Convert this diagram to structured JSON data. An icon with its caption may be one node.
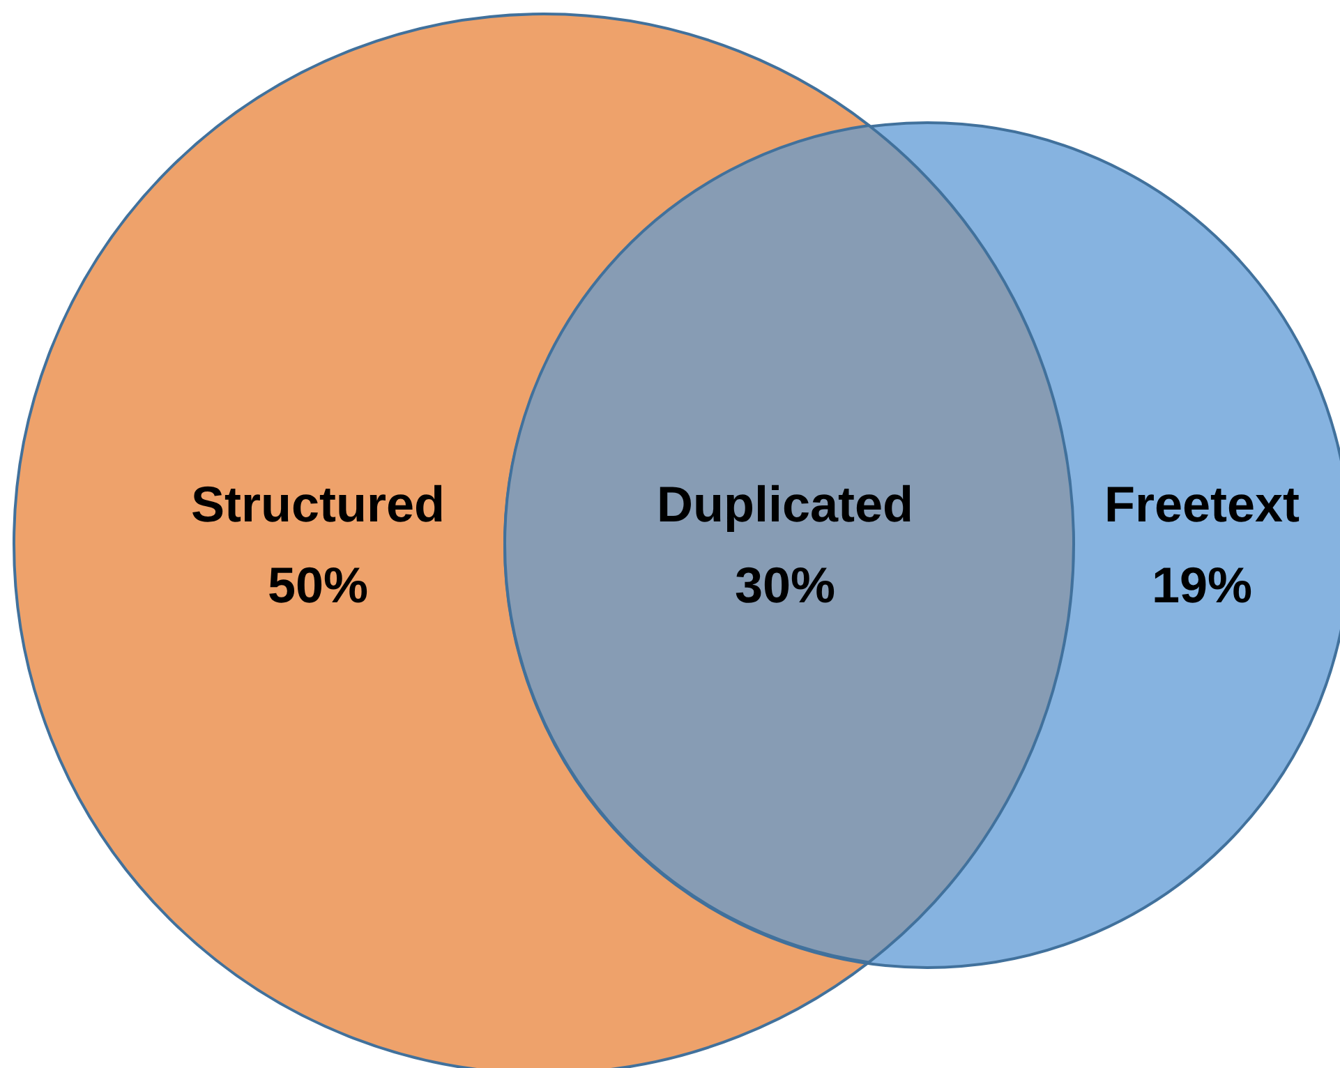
{
  "diagram": {
    "nodes": [
      {
        "text": [
          "Structured",
          "50%"
        ]
      },
      {
        "text": [
          "Freetext",
          "19%"
        ]
      },
      {
        "text": [
          "Duplicated",
          "30%"
        ]
      }
    ]
  }
}
